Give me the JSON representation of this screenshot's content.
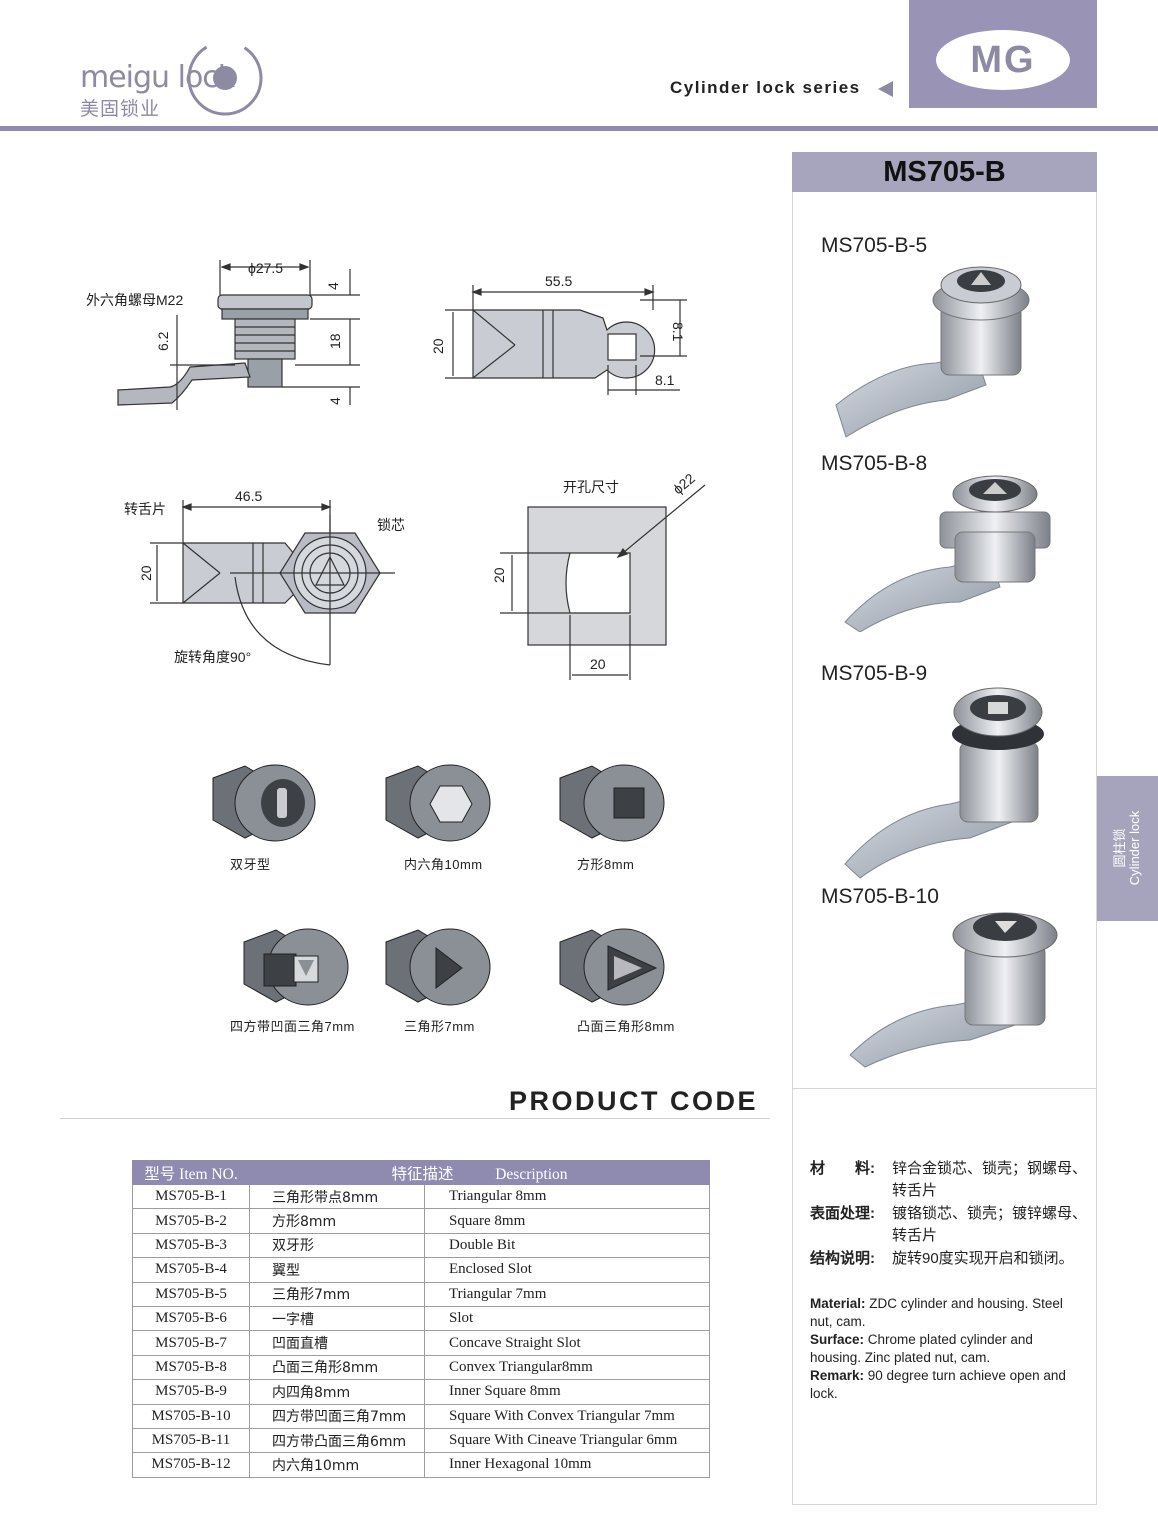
{
  "header": {
    "logo_text": "meigu lock",
    "logo_cn": "美固锁业",
    "series_title": "Cylinder lock series",
    "brand_mark": "MG"
  },
  "model": "MS705-B",
  "variants": [
    {
      "label": "MS705-B-5"
    },
    {
      "label": "MS705-B-8"
    },
    {
      "label": "MS705-B-9"
    },
    {
      "label": "MS705-B-10"
    }
  ],
  "side_tab": {
    "cn": "圆柱锁",
    "en": "Cylinder lock"
  },
  "drawings": {
    "side_view": {
      "diameter": "ϕ27.5",
      "dim_top": "4",
      "dim_mid": "18",
      "dim_bot": "4",
      "dim_left": "6.2",
      "nut_label": "外六角螺母M22"
    },
    "cam_view": {
      "length": "55.5",
      "height": "20",
      "dim_right": "8.1",
      "dim_bottom": "8.1"
    },
    "front_view": {
      "length": "46.5",
      "height": "20",
      "cam_label": "转舌片",
      "core_label": "锁芯",
      "rotation_label": "旋转角度90°"
    },
    "cutout_view": {
      "title": "开孔尺寸",
      "diameter": "ϕ22",
      "height": "20",
      "width": "20"
    }
  },
  "key_types": [
    {
      "label": "双牙型"
    },
    {
      "label": "内六角10mm"
    },
    {
      "label": "方形8mm"
    },
    {
      "label": "四方带凹面三角7mm"
    },
    {
      "label": "三角形7mm"
    },
    {
      "label": "凸面三角形8mm"
    }
  ],
  "product_code": {
    "title": "PRODUCT CODE",
    "col_item": "型号 Item NO.",
    "col_desc_cn": "特征描述",
    "col_desc_en": "Description",
    "rows": [
      {
        "no": "MS705-B-1",
        "cn": "三角形带点8mm",
        "en": "Triangular 8mm"
      },
      {
        "no": "MS705-B-2",
        "cn": "方形8mm",
        "en": "Square 8mm"
      },
      {
        "no": "MS705-B-3",
        "cn": "双牙形",
        "en": "Double Bit"
      },
      {
        "no": "MS705-B-4",
        "cn": "翼型",
        "en": "Enclosed Slot"
      },
      {
        "no": "MS705-B-5",
        "cn": "三角形7mm",
        "en": "Triangular 7mm"
      },
      {
        "no": "MS705-B-6",
        "cn": "一字槽",
        "en": "Slot"
      },
      {
        "no": "MS705-B-7",
        "cn": "凹面直槽",
        "en": "Concave Straight Slot"
      },
      {
        "no": "MS705-B-8",
        "cn": "凸面三角形8mm",
        "en": "Convex Triangular8mm"
      },
      {
        "no": "MS705-B-9",
        "cn": "内四角8mm",
        "en": "Inner Square 8mm"
      },
      {
        "no": "MS705-B-10",
        "cn": "四方带凹面三角7mm",
        "en": "Square With Convex Triangular 7mm"
      },
      {
        "no": "MS705-B-11",
        "cn": "四方带凸面三角6mm",
        "en": "Square With Cineave Triangular 6mm"
      },
      {
        "no": "MS705-B-12",
        "cn": "内六角10mm",
        "en": "Inner Hexagonal 10mm"
      }
    ]
  },
  "specs_cn": {
    "material_label": "材　　料:",
    "material_value": "锌合金锁芯、锁壳；钢螺母、转舌片",
    "surface_label": "表面处理:",
    "surface_value": "镀铬锁芯、锁壳；镀锌螺母、转舌片",
    "structure_label": "结构说明:",
    "structure_value": "旋转90度实现开启和锁闭。"
  },
  "specs_en": {
    "material_label": "Material:",
    "material_value": " ZDC cylinder and housing. Steel nut, cam.",
    "surface_label": "Surface:",
    "surface_value": " Chrome plated cylinder and housing. Zinc plated nut, cam.",
    "remark_label": "Remark:",
    "remark_value": " 90 degree turn achieve open and lock."
  },
  "colors": {
    "accent": "#8f8ab0",
    "accent_light": "#a7a4bd",
    "metal": "#b9bcc4"
  }
}
